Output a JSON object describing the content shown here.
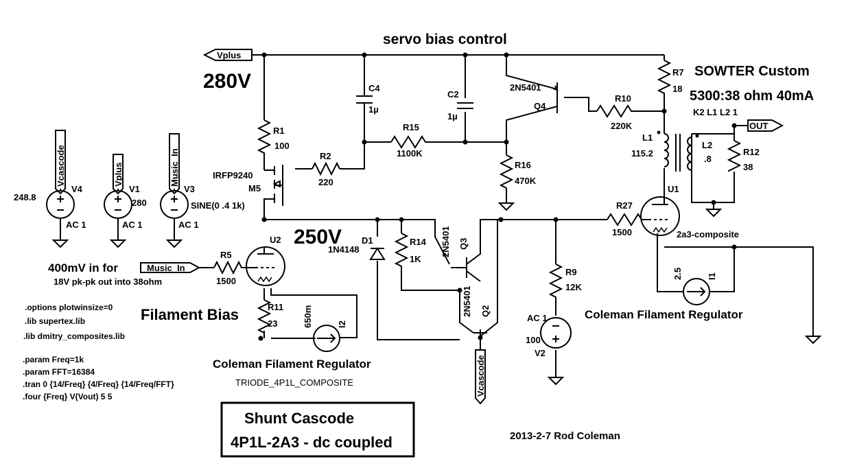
{
  "title": "servo bias control",
  "voltages": {
    "v280": "280V",
    "v250": "250V"
  },
  "net_labels": {
    "vplus": "Vplus",
    "out": "OUT",
    "music_in": "Music_In",
    "vcascode": "Vcascode"
  },
  "transformer": {
    "title": "SOWTER Custom",
    "spec": "5300:38 ohm 40mA",
    "pins": "K2 L1 L2 1"
  },
  "components": {
    "r1": {
      "name": "R1",
      "value": "100"
    },
    "r2": {
      "name": "R2",
      "value": "220"
    },
    "r5": {
      "name": "R5",
      "value": "1500"
    },
    "r7": {
      "name": "R7",
      "value": "18"
    },
    "r9": {
      "name": "R9",
      "value": "12K"
    },
    "r10": {
      "name": "R10",
      "value": "220K"
    },
    "r11": {
      "name": "R11",
      "value": "23"
    },
    "r12": {
      "name": "R12",
      "value": "38"
    },
    "r14": {
      "name": "R14",
      "value": "1K"
    },
    "r15": {
      "name": "R15",
      "value": "1100K"
    },
    "r16": {
      "name": "R16",
      "value": "470K"
    },
    "r27": {
      "name": "R27",
      "value": "1500"
    },
    "c2": {
      "name": "C2",
      "value": "1µ"
    },
    "c4": {
      "name": "C4",
      "value": "1µ"
    },
    "l1": {
      "name": "L1",
      "value": "115.2"
    },
    "l2": {
      "name": "L2",
      "value": ".8"
    },
    "m5": {
      "name": "M5",
      "model": "IRFP9240"
    },
    "q2": {
      "name": "Q2",
      "model": "2N5401"
    },
    "q3": {
      "name": "Q3",
      "model": "2N5401"
    },
    "q4": {
      "name": "Q4",
      "model": "2N5401"
    },
    "d1": {
      "name": "D1",
      "model": "1N4148"
    },
    "u1": {
      "name": "U1",
      "model": "2a3-composite"
    },
    "u2": {
      "name": "U2",
      "model": "TRIODE_4P1L_COMPOSITE"
    },
    "v1": {
      "name": "V1",
      "value": "280",
      "ac": "AC 1"
    },
    "v2": {
      "name": "V2",
      "value": "100",
      "ac": "AC 1"
    },
    "v3": {
      "name": "V3",
      "value": "SINE(0 .4 1k)",
      "ac": "AC 1"
    },
    "v4": {
      "name": "V4",
      "value": "248.8",
      "ac": "AC 1"
    },
    "i1": {
      "name": "I1",
      "value": "2.5"
    },
    "i2": {
      "name": "I2",
      "value": "650m"
    }
  },
  "annotations": {
    "input_note": "400mV in for",
    "output_note": "18V pk-pk out into 38ohm",
    "filament_bias": "Filament Bias",
    "coleman_left": "Coleman Filament Regulator",
    "coleman_right": "Coleman Filament Regulator",
    "author": "2013-2-7 Rod Coleman"
  },
  "spice_directives": [
    ".options plotwinsize=0",
    ".lib supertex.lib",
    ".lib dmitry_composites.lib",
    ".param Freq=1k",
    ".param FFT=16384",
    ".tran 0 {14/Freq} {4/Freq} {14/Freq/FFT}",
    ".four {Freq} V(Vout) 5 5"
  ],
  "box": {
    "line1": "Shunt Cascode",
    "line2": "4P1L-2A3 - dc coupled"
  }
}
